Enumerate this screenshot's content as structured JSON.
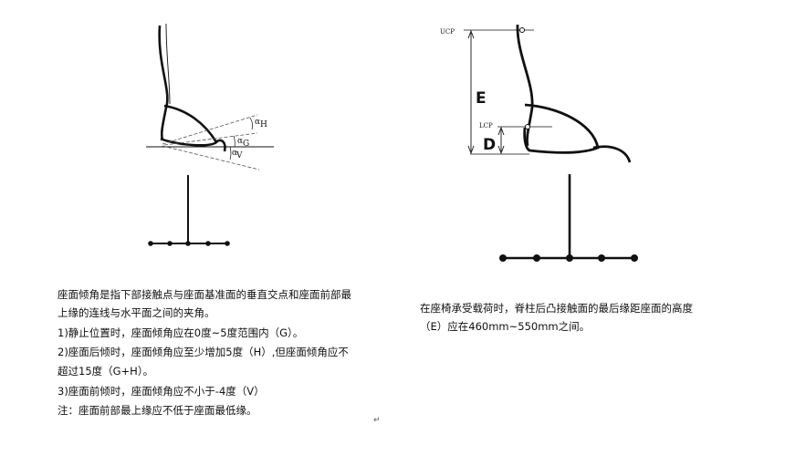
{
  "left_diagram": {
    "label_h": "H",
    "label_g": "G",
    "label_v": "V"
  },
  "right_diagram": {
    "label_ucp": "UCP",
    "label_lcp": "LCP",
    "label_e": "E",
    "label_d": "D"
  },
  "left_text": {
    "lines": [
      "座面倾角是指下部接触点与座面基准面的垂直交点和座面前部最",
      "上缘的连线与水平面之间的夹角。",
      "1)静止位置时，座面倾角应在0度~5度范围内（G）。",
      "2)座面后倾时，座面倾角应至少增加5度（H）,但座面倾角应不",
      "超过15度（G+H）。",
      "3)座面前倾时，座面倾角应不小于-4度（V）",
      "注：座面前部最上缘应不低于座面最低缘。"
    ]
  },
  "right_text": {
    "lines": [
      "在座椅承受载荷时，脊柱后凸接触面的最后缘距座面的高度",
      "（E）应在460mm~550mm之间。"
    ]
  },
  "para_mark": "↵",
  "colors": {
    "ink": "#111111",
    "guide": "#555555",
    "background": "#ffffff"
  }
}
